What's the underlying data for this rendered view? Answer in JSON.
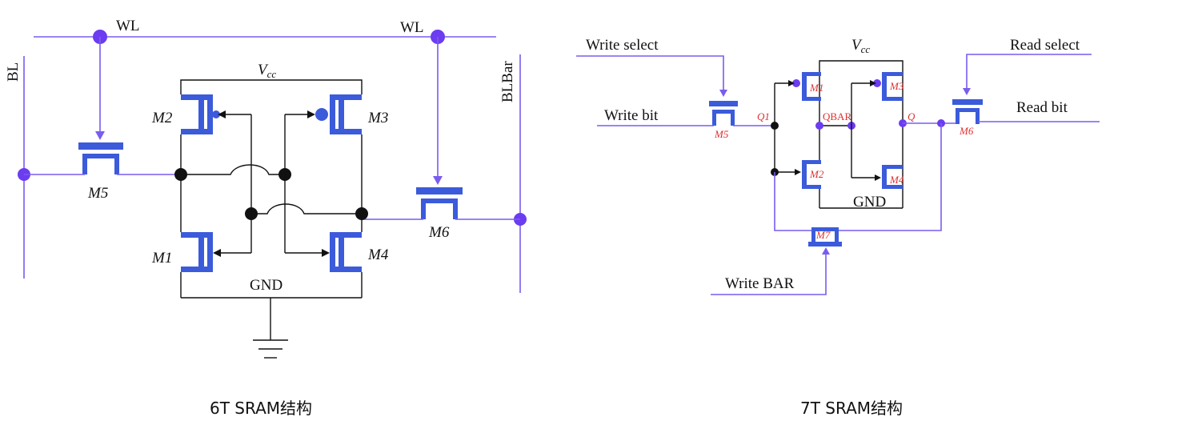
{
  "left": {
    "wl_left": "WL",
    "wl_right": "WL",
    "bl": "BL",
    "blbar": "BLBar",
    "vcc_main": "V",
    "vcc_sub": "cc",
    "gnd": "GND",
    "m1": "M1",
    "m2": "M2",
    "m3": "M3",
    "m4": "M4",
    "m5": "M5",
    "m6": "M6",
    "caption": "6T SRAM结构"
  },
  "right": {
    "write_select": "Write select",
    "read_select": "Read select",
    "write_bit": "Write bit",
    "read_bit": "Read bit",
    "write_bar": "Write BAR",
    "vcc_main": "V",
    "vcc_sub": "cc",
    "gnd": "GND",
    "q1": "Q1",
    "qbar": "QBAR",
    "q": "Q",
    "m1": "M1",
    "m2": "M2",
    "m3": "M3",
    "m4": "M4",
    "m5": "M5",
    "m6": "M6",
    "m7": "M7",
    "caption": "7T SRAM结构"
  },
  "colors": {
    "wire": "#7a5cf0",
    "transistor": "#3b5bdb",
    "label_red": "#e03131"
  }
}
